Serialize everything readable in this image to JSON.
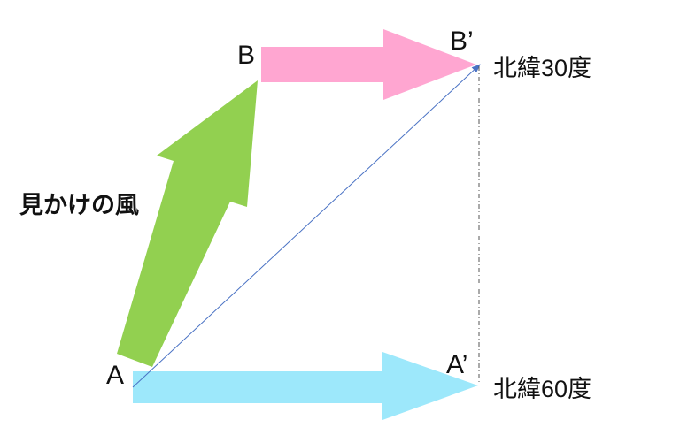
{
  "points": {
    "a": "A",
    "b": "B",
    "a_prime": "A’",
    "b_prime": "B’"
  },
  "latitudes": {
    "north30": "北緯30度",
    "north60": "北緯60度"
  },
  "wind_label": "見かけの風",
  "colors": {
    "apparent_wind": "#92d050",
    "upper_arrow": "#ffa6d1",
    "lower_arrow": "#9de8fb",
    "wind_label_text": "#1aa04a",
    "diagonal_line": "#4a72c4",
    "dashed_line": "#555555"
  }
}
